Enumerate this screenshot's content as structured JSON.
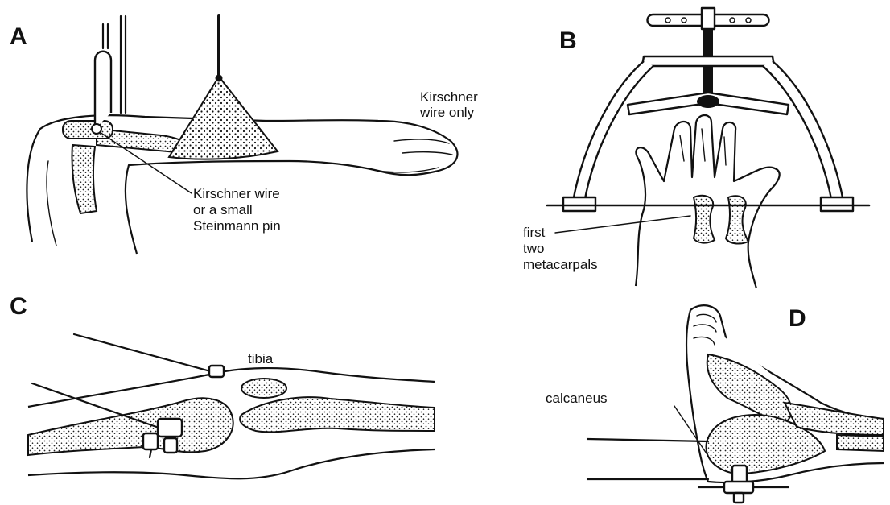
{
  "panels": {
    "a": {
      "letter": "A",
      "labels": {
        "kirschner_only_1": "Kirschner",
        "kirschner_only_2": "wire only",
        "wire_or_pin_1": "Kirschner wire",
        "wire_or_pin_2": "or a small",
        "wire_or_pin_3": "Steinmann pin"
      }
    },
    "b": {
      "letter": "B",
      "labels": {
        "meta_1": "first",
        "meta_2": "two",
        "meta_3": "metacarpals"
      }
    },
    "c": {
      "letter": "C",
      "labels": {
        "tibia": "tibia"
      }
    },
    "d": {
      "letter": "D",
      "labels": {
        "calcaneus": "calcaneus"
      }
    }
  }
}
